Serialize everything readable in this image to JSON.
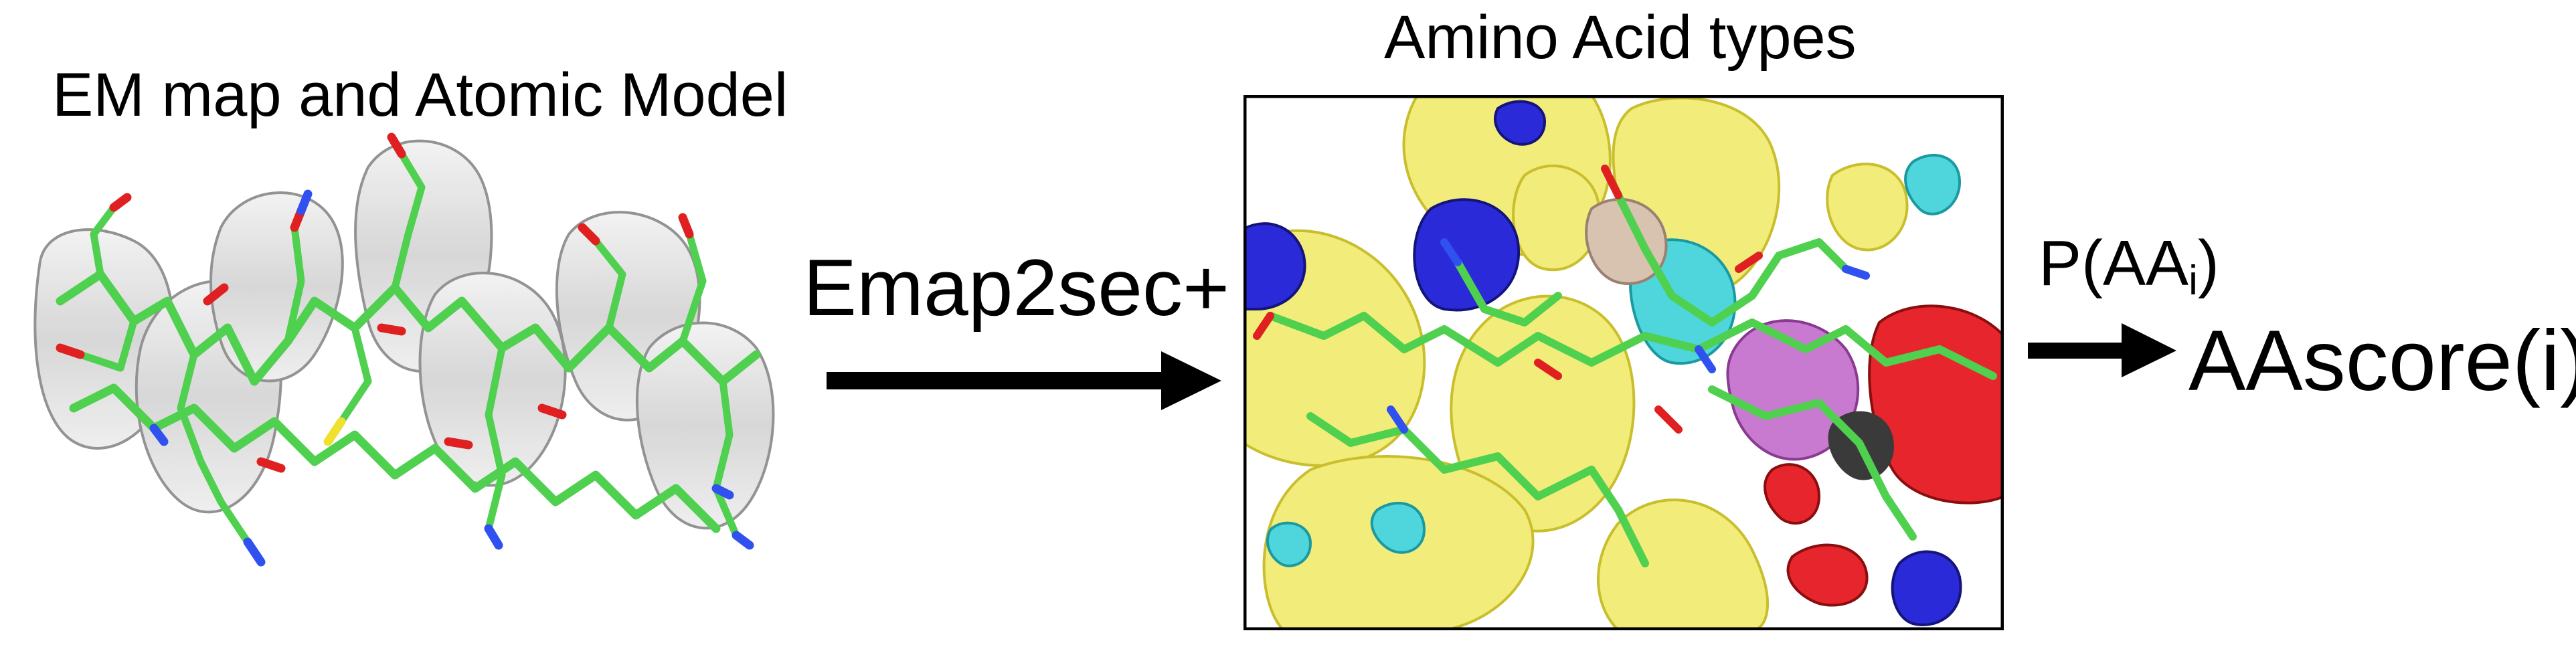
{
  "left_panel": {
    "title": "EM map and Atomic Model"
  },
  "method": {
    "label": "Emap2sec+"
  },
  "right_panel": {
    "title": "Amino Acid types"
  },
  "probability": {
    "prefix": "P(AA",
    "subscript": "i",
    "suffix": ")"
  },
  "output": {
    "label": "AAscore(i)"
  },
  "colors": {
    "density_surface": "#c8c8c8",
    "carbon": "#4fd04f",
    "oxygen": "#e02020",
    "nitrogen": "#3050f0",
    "sulfur": "#f0e030",
    "aa_yellow": "#f2ec7a",
    "aa_blue": "#2a2ad8",
    "aa_cyan": "#4fd6dc",
    "aa_red": "#e6262c",
    "aa_purple": "#c77ad0",
    "aa_tan": "#d8c2b0",
    "arrow": "#000000"
  }
}
